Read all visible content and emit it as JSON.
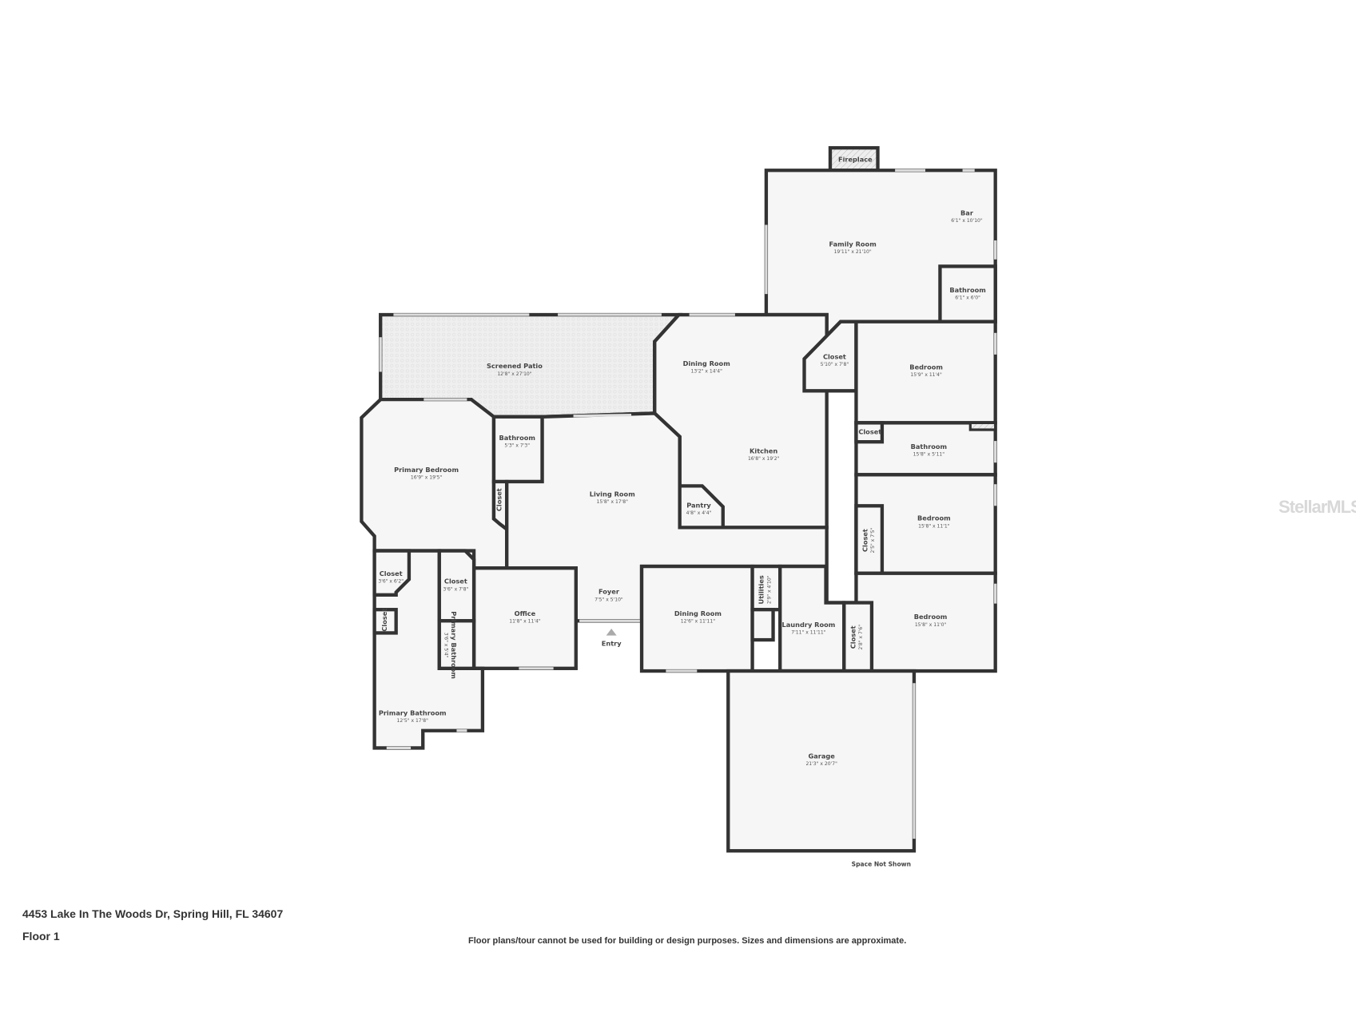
{
  "rooms": [
    {
      "name": "Fireplace",
      "dims": ""
    },
    {
      "name": "Bar",
      "dims": "6'1\" x 10'10\""
    },
    {
      "name": "Family Room",
      "dims": "19'11\" x 21'10\""
    },
    {
      "name": "Bathroom",
      "dims": "6'1\" x 6'0\""
    },
    {
      "name": "Screened Patio",
      "dims": "12'8\" x 27'10\""
    },
    {
      "name": "Dining Room",
      "dims": "13'2\" x 14'4\""
    },
    {
      "name": "Closet",
      "dims": "5'10\" x 7'8\""
    },
    {
      "name": "Bedroom",
      "dims": "15'9\" x 11'4\""
    },
    {
      "name": "Bathroom",
      "dims": "5'3\" x 7'3\""
    },
    {
      "name": "Kitchen",
      "dims": "16'8\" x 19'2\""
    },
    {
      "name": "Closet",
      "dims": ""
    },
    {
      "name": "Bathroom",
      "dims": "15'8\" x 5'11\""
    },
    {
      "name": "Primary Bedroom",
      "dims": "16'9\" x 19'5\""
    },
    {
      "name": "Closet",
      "dims": ""
    },
    {
      "name": "Living Room",
      "dims": "15'8\" x 17'8\""
    },
    {
      "name": "Pantry",
      "dims": "4'8\" x 4'4\""
    },
    {
      "name": "Bedroom",
      "dims": "15'8\" x 11'1\""
    },
    {
      "name": "Closet",
      "dims": "2'5\" x 7'5\""
    },
    {
      "name": "Closet",
      "dims": "3'6\" x 6'2\""
    },
    {
      "name": "Closet",
      "dims": "3'6\" x 7'8\""
    },
    {
      "name": "Foyer",
      "dims": "7'5\" x 5'10\""
    },
    {
      "name": "Office",
      "dims": "11'8\" x 11'4\""
    },
    {
      "name": "Dining Room",
      "dims": "12'6\" x 11'11\""
    },
    {
      "name": "Utilities",
      "dims": "2'9\" x 4'10\""
    },
    {
      "name": "Laundry Room",
      "dims": "7'11\" x 11'11\""
    },
    {
      "name": "Closet",
      "dims": "2'8\" x 7'6\""
    },
    {
      "name": "Bedroom",
      "dims": "15'8\" x 11'0\""
    },
    {
      "name": "Closet",
      "dims": ""
    },
    {
      "name": "Primary Bathroom",
      "dims": "3'6\" x 5'4\""
    },
    {
      "name": "Entry",
      "dims": ""
    },
    {
      "name": "Primary Bathroom",
      "dims": "12'5\" x 17'8\""
    },
    {
      "name": "Garage",
      "dims": "21'3\" x 20'7\""
    }
  ],
  "space_not_shown": "Space Not Shown",
  "address": "4453 Lake In The Woods Dr, Spring Hill, FL 34607",
  "floor": "Floor 1",
  "disclaimer": "Floor plans/tour cannot be used for building or design purposes. Sizes and dimensions are approximate.",
  "watermark": "StellarMLS",
  "colors": {
    "wall": "#333333",
    "floor": "#f6f6f6",
    "window": "#dddddd"
  }
}
